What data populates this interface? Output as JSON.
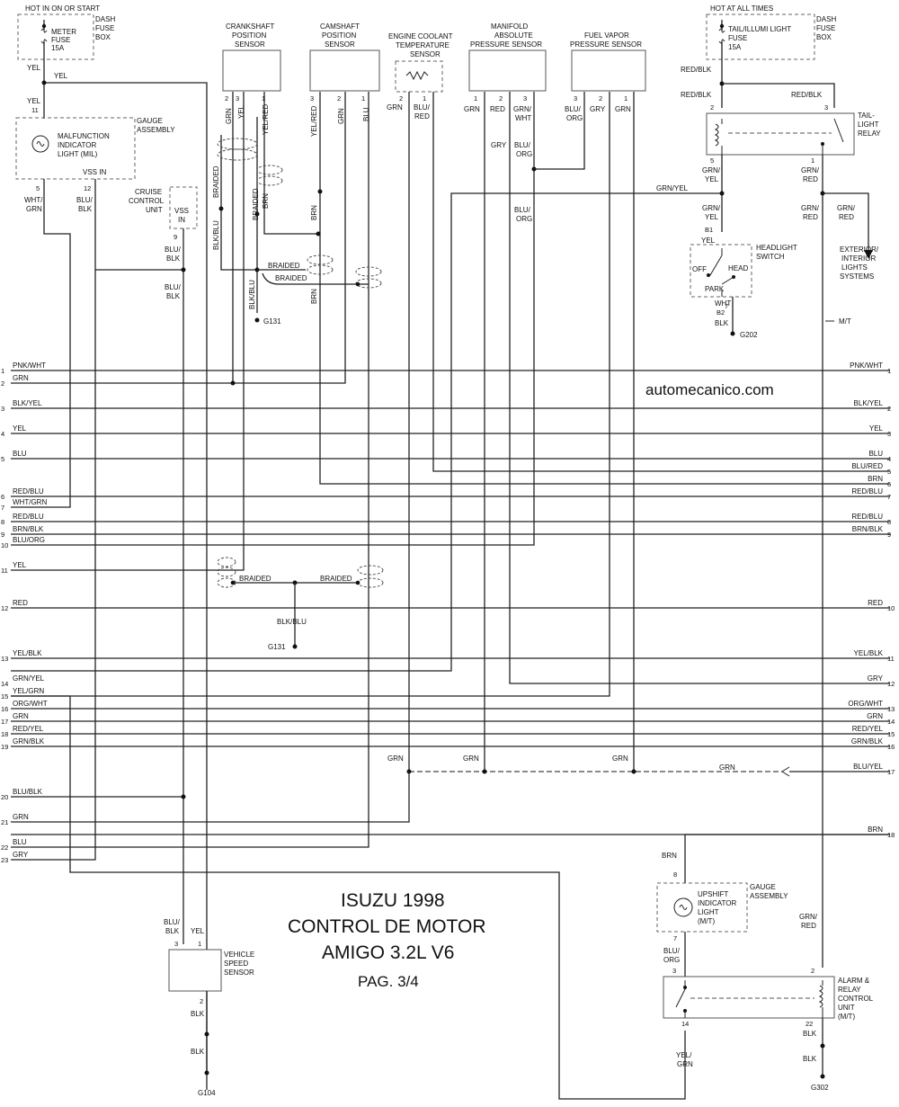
{
  "site": "automecanico.com",
  "title": {
    "line1": "ISUZU 1998",
    "line2": "CONTROL DE MOTOR",
    "line3": "AMIGO 3.2L V6",
    "page": "PAG. 3/4"
  },
  "power": {
    "hot_run": "HOT IN ON OR START",
    "hot_always": "HOT AT ALL TIMES",
    "fuse_box_left": [
      "DASH",
      "FUSE",
      "BOX"
    ],
    "fuse_box_right": [
      "DASH",
      "FUSE",
      "BOX"
    ],
    "meter_fuse": [
      "METER",
      "FUSE",
      "15A"
    ],
    "tail_fuse": [
      "TAIL/ILLUMI LIGHT",
      "FUSE",
      "15A"
    ]
  },
  "components": {
    "crank": [
      "CRANKSHAFT",
      "POSITION",
      "SENSOR"
    ],
    "cam": [
      "CAMSHAFT",
      "POSITION",
      "SENSOR"
    ],
    "ect": [
      "ENGINE COOLANT",
      "TEMPERATURE",
      "SENSOR"
    ],
    "map": [
      "MANIFOLD",
      "ABSOLUTE",
      "PRESSURE SENSOR"
    ],
    "fvp": [
      "FUEL VAPOR",
      "PRESSURE SENSOR"
    ],
    "gauge": [
      "GAUGE",
      "ASSEMBLY"
    ],
    "mil": [
      "MALFUNCTION",
      "INDICATOR",
      "LIGHT (MIL)"
    ],
    "vss_in": "VSS IN",
    "cruise": [
      "CRUISE",
      "CONTROL",
      "UNIT"
    ],
    "cruise_vss": [
      "VSS",
      "IN"
    ],
    "tail_relay": [
      "TAIL-",
      "LIGHT",
      "RELAY"
    ],
    "headlight_switch": [
      "HEADLIGHT",
      "SWITCH"
    ],
    "sw_off": "OFF",
    "sw_head": "HEAD",
    "sw_park": "PARK",
    "exterior": [
      "EXTERIOR/",
      "INTERIOR",
      "LIGHTS",
      "SYSTEMS"
    ],
    "mt": "M/T",
    "vss": [
      "VEHICLE",
      "SPEED",
      "SENSOR"
    ],
    "gauge2": [
      "GAUGE",
      "ASSEMBLY"
    ],
    "upshift": [
      "UPSHIFT",
      "INDICATOR",
      "LIGHT",
      "(M/T)"
    ],
    "alarm": [
      "ALARM &",
      "RELAY",
      "CONTROL",
      "UNIT",
      "(M/T)"
    ]
  },
  "grounds": [
    "G131",
    "G131",
    "G202",
    "G104",
    "G302"
  ],
  "braided": "BRAIDED",
  "left_pins": [
    {
      "n": "1",
      "c": "PNK/WHT"
    },
    {
      "n": "2",
      "c": "GRN"
    },
    {
      "n": "3",
      "c": "BLK/YEL"
    },
    {
      "n": "4",
      "c": "YEL"
    },
    {
      "n": "5",
      "c": "BLU"
    },
    {
      "n": "6",
      "c": "RED/BLU"
    },
    {
      "n": "7",
      "c": "WHT/GRN"
    },
    {
      "n": "8",
      "c": "RED/BLU"
    },
    {
      "n": "9",
      "c": "BRN/BLK"
    },
    {
      "n": "10",
      "c": "BLU/ORG"
    },
    {
      "n": "11",
      "c": "YEL"
    },
    {
      "n": "12",
      "c": "RED"
    },
    {
      "n": "13",
      "c": "YEL/BLK"
    },
    {
      "n": "14",
      "c": "GRN/YEL"
    },
    {
      "n": "15",
      "c": "YEL/GRN"
    },
    {
      "n": "16",
      "c": "ORG/WHT"
    },
    {
      "n": "17",
      "c": "GRN"
    },
    {
      "n": "18",
      "c": "RED/YEL"
    },
    {
      "n": "19",
      "c": "GRN/BLK"
    },
    {
      "n": "20",
      "c": "BLU/BLK"
    },
    {
      "n": "21",
      "c": "GRN"
    },
    {
      "n": "22",
      "c": "BLU"
    },
    {
      "n": "23",
      "c": "GRY"
    }
  ],
  "right_pins": [
    {
      "n": "1",
      "c": "PNK/WHT"
    },
    {
      "n": "2",
      "c": "BLK/YEL"
    },
    {
      "n": "3",
      "c": "YEL"
    },
    {
      "n": "4",
      "c": "BLU"
    },
    {
      "n": "5",
      "c": "BLU/RED"
    },
    {
      "n": "6",
      "c": "BRN"
    },
    {
      "n": "7",
      "c": "RED/BLU"
    },
    {
      "n": "8",
      "c": "RED/BLU"
    },
    {
      "n": "9",
      "c": "BRN/BLK"
    },
    {
      "n": "10",
      "c": "RED"
    },
    {
      "n": "11",
      "c": "YEL/BLK"
    },
    {
      "n": "12",
      "c": "GRY"
    },
    {
      "n": "13",
      "c": "ORG/WHT"
    },
    {
      "n": "14",
      "c": "GRN"
    },
    {
      "n": "15",
      "c": "RED/YEL"
    },
    {
      "n": "16",
      "c": "GRN/BLK"
    },
    {
      "n": "17",
      "c": "BLU/YEL"
    },
    {
      "n": "18",
      "c": "BRN"
    }
  ],
  "wire_labels": {
    "yel": "YEL",
    "grn": "GRN",
    "blu": "BLU",
    "brn": "BRN",
    "red": "RED",
    "gry": "GRY",
    "blk": "BLK",
    "wht_grn": "WHT/",
    "grn2": "GRN",
    "blu_blk": "BLU/",
    "blk2": "BLK",
    "yel_red": "YEL/RED",
    "blu_red": "BLU/",
    "red2": "RED",
    "grn_wht": "GRN/",
    "wht": "WHT",
    "blu_org": "BLU/",
    "org": "ORG",
    "red_blk": "RED/BLK",
    "grn_yel": "GRN/YEL",
    "grn_slash": "GRN/",
    "yel2": "YEL",
    "blk_blu": "BLK/BLU",
    "yel_grn": "YEL/",
    "grn3": "GRN",
    "wht2": "WHT",
    "b1": "B1",
    "b2": "B2"
  }
}
